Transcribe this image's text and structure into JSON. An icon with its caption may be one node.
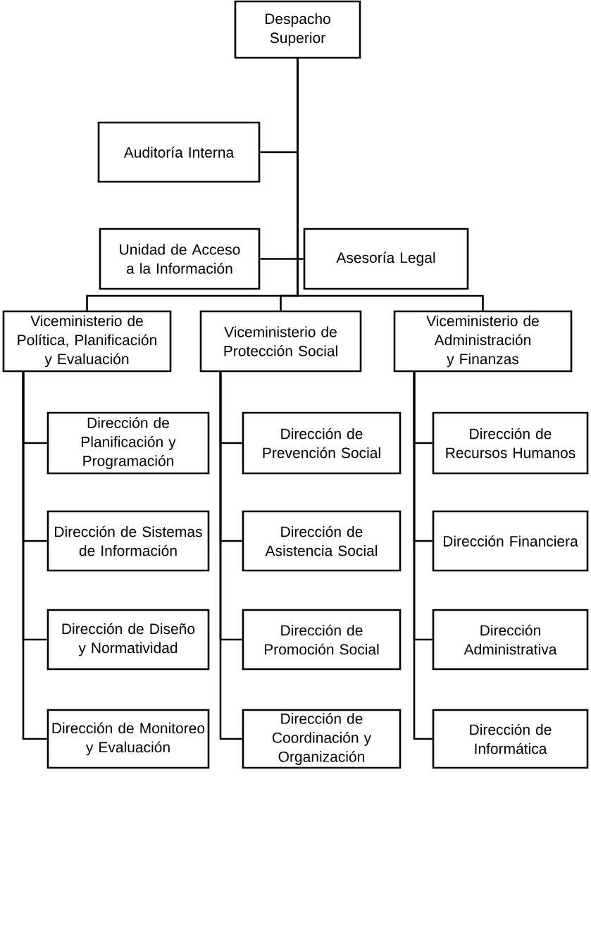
{
  "diagram": {
    "nodes": [
      {
        "text": [
          "Despacho Superior"
        ]
      },
      {
        "text": [
          "Auditoría Interna"
        ]
      },
      {
        "text": [
          "Unidad de Acceso a la Información"
        ]
      },
      {
        "text": [
          "Asesoría Legal"
        ]
      },
      {
        "text": [
          "Viceministerio de Política, Planificación y Evaluación"
        ]
      },
      {
        "text": [
          "Viceministerio de Protección Social"
        ]
      },
      {
        "text": [
          "Viceministerio de Administración y Finanzas"
        ]
      },
      {
        "text": [
          "Dirección de Planificación y Programación"
        ]
      },
      {
        "text": [
          "Dirección de Sistemas de Información"
        ]
      },
      {
        "text": [
          "Dirección de Diseño y Normatividad"
        ]
      },
      {
        "text": [
          "Dirección de Monitoreo y Evaluación"
        ]
      },
      {
        "text": [
          "Dirección de Prevención Social"
        ]
      },
      {
        "text": [
          "Dirección de Asistencia Social"
        ]
      },
      {
        "text": [
          "Dirección de Promoción Social"
        ]
      },
      {
        "text": [
          "Dirección de Coordinación y Organización"
        ]
      },
      {
        "text": [
          "Dirección de Recursos Humanos"
        ]
      },
      {
        "text": [
          "Dirección Financiera"
        ]
      },
      {
        "text": [
          "Dirección Administrativa"
        ]
      },
      {
        "text": [
          "Dirección de Informática"
        ]
      }
    ],
    "edges": [
      {
        "from": 0,
        "to": 1,
        "arrow": "none"
      },
      {
        "from": 0,
        "to": 2,
        "arrow": "none"
      },
      {
        "from": 0,
        "to": 3,
        "arrow": "none"
      },
      {
        "from": 0,
        "to": 4,
        "arrow": "none"
      },
      {
        "from": 0,
        "to": 5,
        "arrow": "none"
      },
      {
        "from": 0,
        "to": 6,
        "arrow": "none"
      },
      {
        "from": 4,
        "to": 7,
        "arrow": "none"
      },
      {
        "from": 4,
        "to": 8,
        "arrow": "none"
      },
      {
        "from": 4,
        "to": 9,
        "arrow": "none"
      },
      {
        "from": 4,
        "to": 10,
        "arrow": "none"
      },
      {
        "from": 5,
        "to": 11,
        "arrow": "none"
      },
      {
        "from": 5,
        "to": 12,
        "arrow": "none"
      },
      {
        "from": 5,
        "to": 13,
        "arrow": "none"
      },
      {
        "from": 5,
        "to": 14,
        "arrow": "none"
      },
      {
        "from": 6,
        "to": 15,
        "arrow": "none"
      },
      {
        "from": 6,
        "to": 16,
        "arrow": "none"
      },
      {
        "from": 6,
        "to": 17,
        "arrow": "none"
      },
      {
        "from": 6,
        "to": 18,
        "arrow": "none"
      }
    ]
  }
}
